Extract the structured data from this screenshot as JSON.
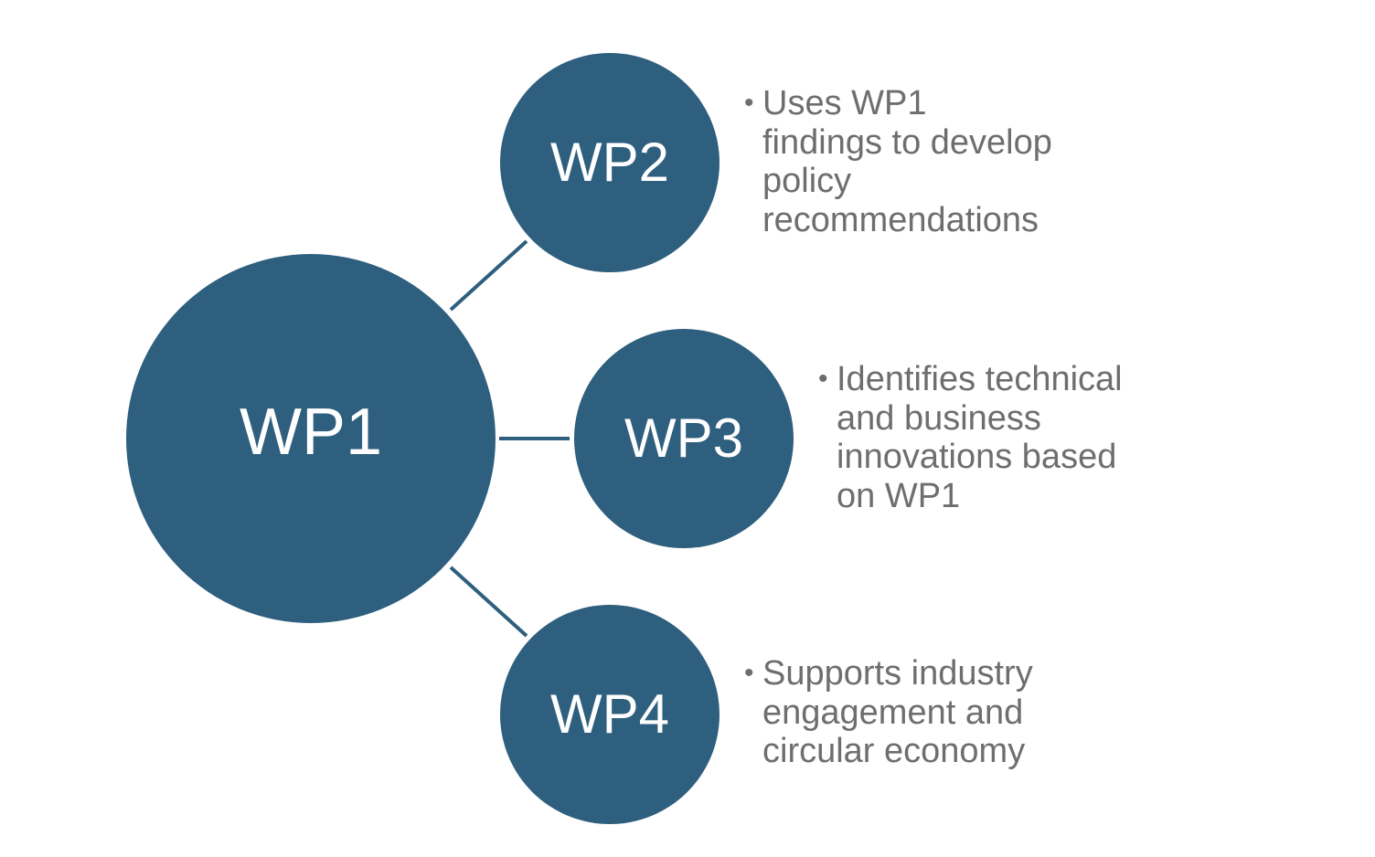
{
  "colors": {
    "node_fill": "#2e5f7e",
    "connector": "#2e5f7e",
    "label_text": "#ffffff",
    "description_text": "#6e6e6e"
  },
  "center": {
    "label": "WP1"
  },
  "nodes": [
    {
      "id": "wp2",
      "label": "WP2",
      "bullet": "•",
      "lines": [
        "Uses WP1",
        "findings to develop",
        "policy",
        "recommendations"
      ]
    },
    {
      "id": "wp3",
      "label": "WP3",
      "bullet": "•",
      "lines": [
        "Identifies technical",
        "and business",
        "innovations based",
        "on WP1"
      ]
    },
    {
      "id": "wp4",
      "label": "WP4",
      "bullet": "•",
      "lines": [
        "Supports industry",
        "engagement and",
        "circular economy"
      ]
    }
  ]
}
